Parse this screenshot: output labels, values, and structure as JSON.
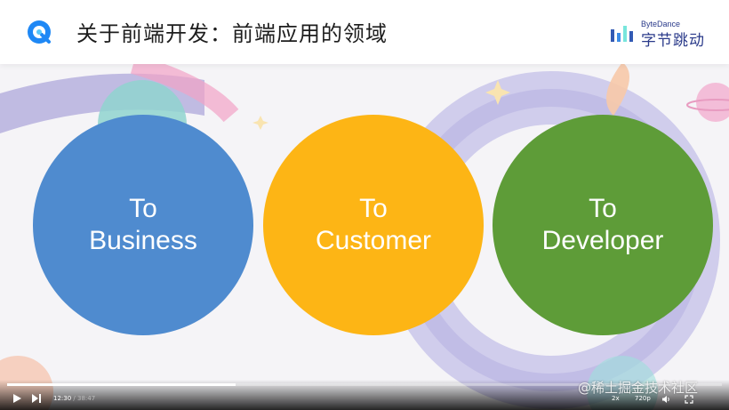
{
  "header": {
    "title": "关于前端开发：前端应用的领域",
    "brand_en": "ByteDance",
    "brand_cn": "字节跳动"
  },
  "circles": [
    {
      "line1": "To",
      "line2": "Business",
      "color": "#4f8bcf"
    },
    {
      "line1": "To",
      "line2": "Customer",
      "color": "#fdb515"
    },
    {
      "line1": "To",
      "line2": "Developer",
      "color": "#5e9c38"
    }
  ],
  "player": {
    "current_time": "12:30",
    "duration": "/ 38:47",
    "speed": "2x",
    "quality": "720p",
    "progress": 0.32
  },
  "watermark": "@稀土掘金技术社区",
  "icons": {
    "app_logo": "app-logo-icon",
    "brand": "bytedance-logo-icon",
    "play": "play-icon",
    "next": "next-icon",
    "volume": "volume-icon",
    "fullscreen": "fullscreen-icon"
  }
}
